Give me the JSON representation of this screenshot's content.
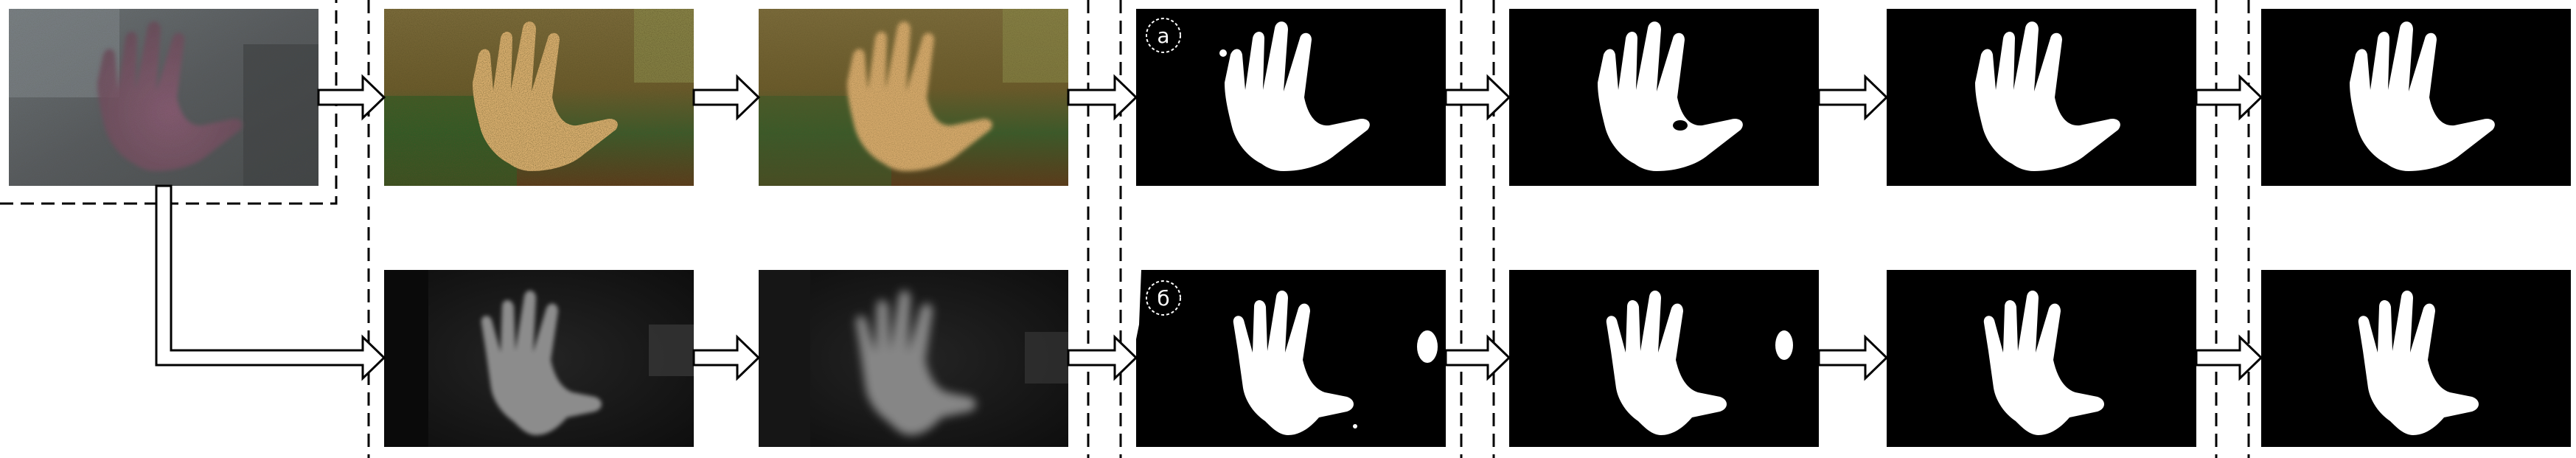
{
  "diagram": {
    "description_labels": {
      "branch_a": "a",
      "branch_b": "б"
    }
  },
  "colors": {
    "background": "#ffffff",
    "frame_black": "#000000",
    "hand_white": "#ffffff",
    "arrow_stroke": "#000000",
    "dash": "#000000",
    "rgb_bg_dark": "#5a5e60",
    "rgb_hand": "#7a5a6a",
    "color_noise_a": "#6a7a3a",
    "color_noise_b": "#3a6a2a",
    "color_noise_c": "#8a5a2a",
    "hand_tan": "#d8b070",
    "depth_bg": "#181818",
    "depth_hand": "#8a8a8a"
  },
  "icons": {
    "arrow": "block-arrow-right",
    "corner_arrow": "block-arrow-corner"
  }
}
